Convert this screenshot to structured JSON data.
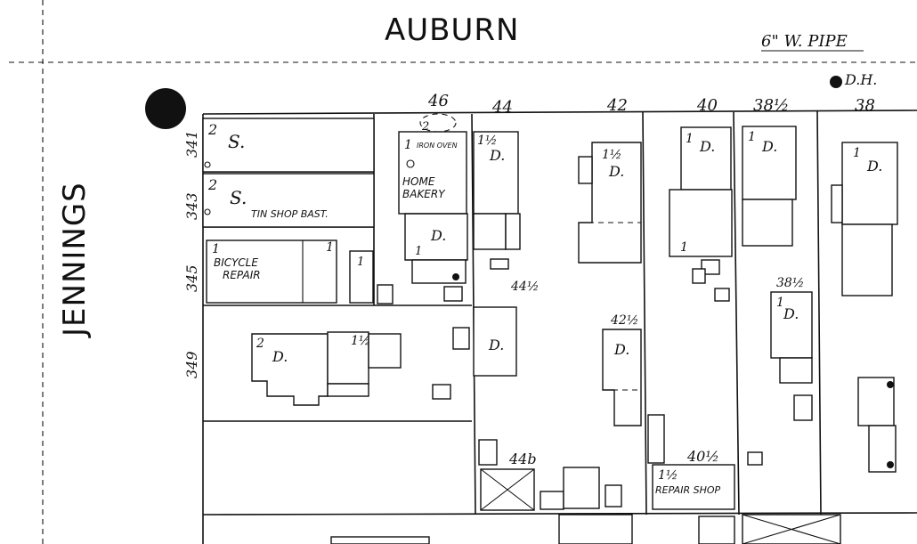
{
  "streets": {
    "north": "AUBURN",
    "west": "JENNINGS"
  },
  "utilities": {
    "pipe": "6\" W. PIPE",
    "hydrant": "D.H."
  },
  "lot_numbers": {
    "l46": "46",
    "l44": "44",
    "l42": "42",
    "l40": "40",
    "l38h": "38½",
    "l38": "38",
    "l44h": "44½",
    "l42h": "42½",
    "l38h_b": "38½",
    "l44b": "44b",
    "l40h": "40½"
  },
  "west_numbers": {
    "n341": "341",
    "n343": "343",
    "n345": "345",
    "n349": "349"
  },
  "labels": {
    "tin_shop": "TIN SHOP BAST.",
    "bicycle_1": "BICYCLE",
    "bicycle_2": "REPAIR",
    "home_bakery_1": "HOME",
    "home_bakery_2": "BAKERY",
    "iron_oven": "IRON OVEN",
    "repair_shop": "REPAIR SHOP"
  },
  "building_codes": {
    "store": "S.",
    "dwelling": "D.",
    "one": "1",
    "one_half": "1½",
    "two": "2"
  }
}
